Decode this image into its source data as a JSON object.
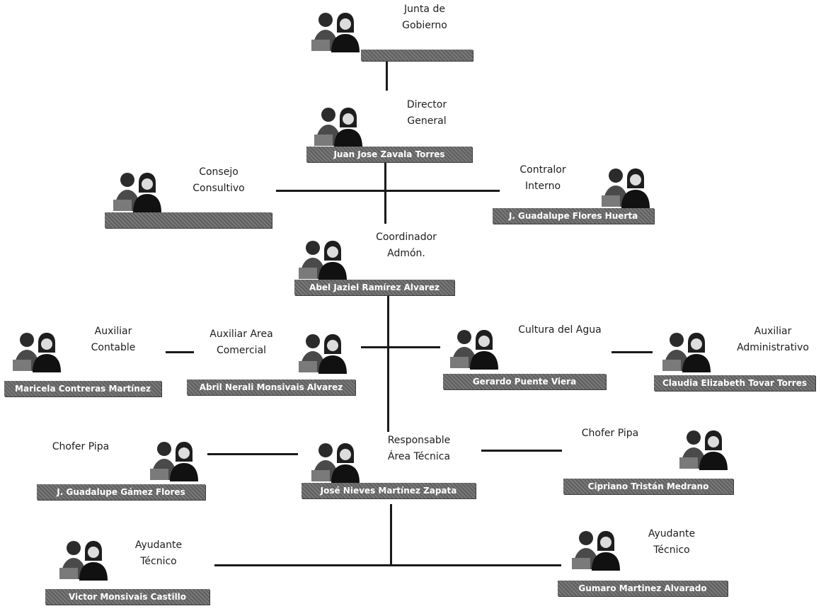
{
  "nodes": {
    "junta": {
      "title": "Junta de\nGobierno",
      "name": ""
    },
    "director": {
      "title": "Director\nGeneral",
      "name": "Juan Jose Zavala Torres"
    },
    "consejo": {
      "title": "Consejo\nConsultivo",
      "name": ""
    },
    "contralor": {
      "title": "Contralor\nInterno",
      "name": "J. Guadalupe Flores Huerta"
    },
    "coordinador": {
      "title": "Coordinador\nAdmón.",
      "name": "Abel Jaziel Ramírez Alvarez"
    },
    "aux_contable": {
      "title": "Auxiliar\nContable",
      "name": "Maricela Contreras Martínez"
    },
    "aux_comercial": {
      "title": "Auxiliar Area\nComercial",
      "name": "Abril Nerali Monsivais Alvarez"
    },
    "cultura_agua": {
      "title": "Cultura del Agua",
      "name": "Gerardo Puente Viera"
    },
    "aux_admin": {
      "title": "Auxiliar\nAdministrativo",
      "name": "Claudia Elizabeth Tovar Torres"
    },
    "chofer_izq": {
      "title": "Chofer Pipa",
      "name": "J. Guadalupe Gámez Flores"
    },
    "resp_tecnica": {
      "title": "Responsable\nÁrea Técnica",
      "name": "José Nieves Martínez Zapata"
    },
    "chofer_der": {
      "title": "Chofer Pipa",
      "name": "Cipriano Tristán Medrano"
    },
    "ayud_izq": {
      "title": "Ayudante\nTécnico",
      "name": "Victor Monsivais Castillo"
    },
    "ayud_der": {
      "title": "Ayudante\nTécnico",
      "name": "Gumaro Martinez Alvarado"
    }
  }
}
